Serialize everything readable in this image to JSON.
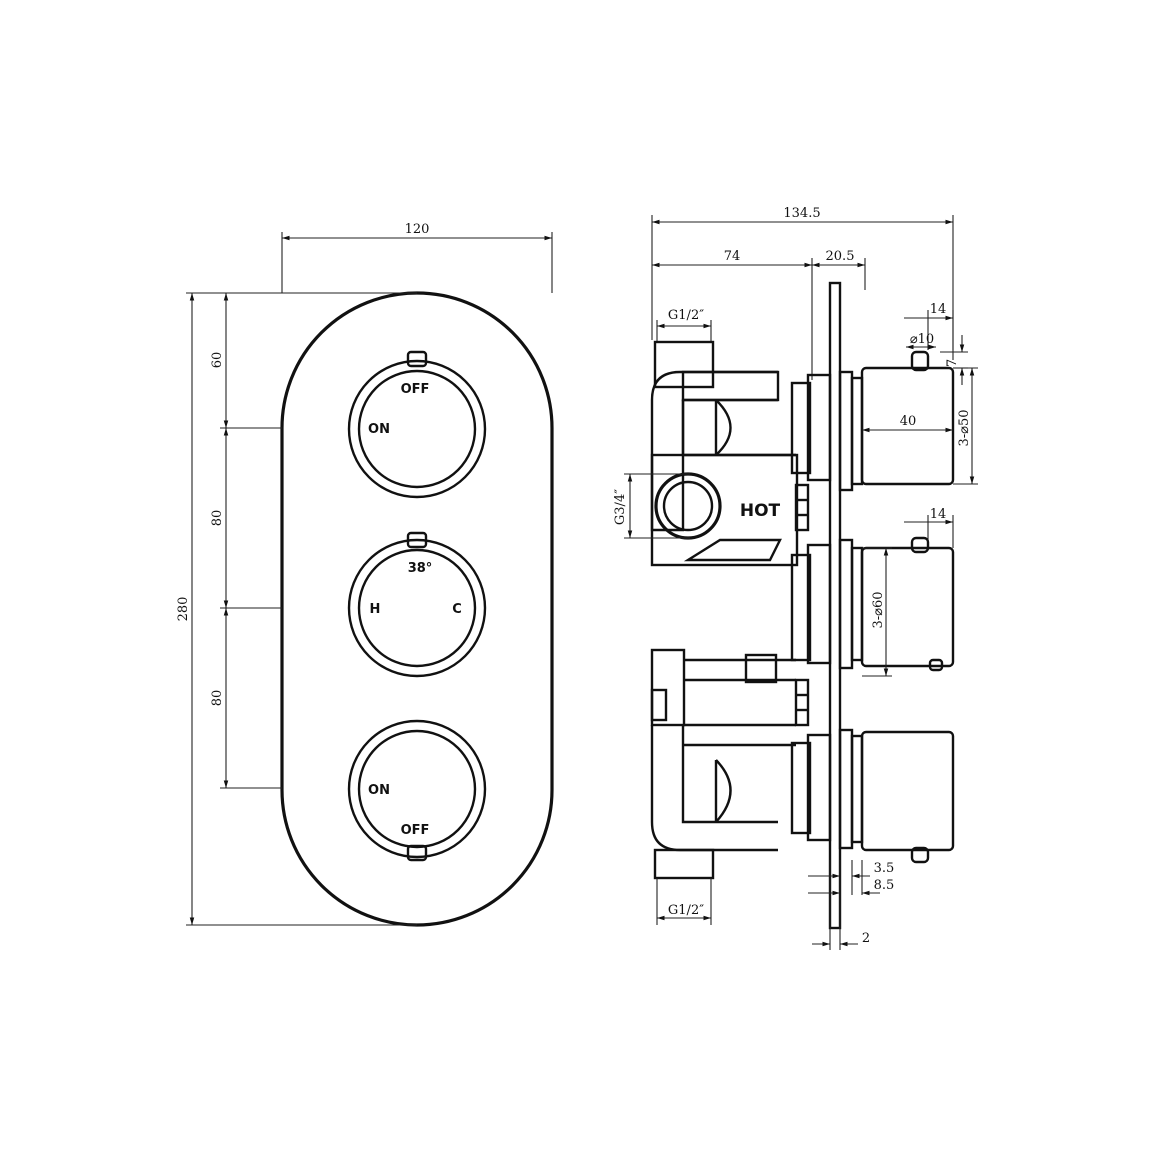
{
  "front_view": {
    "width_dim": "120",
    "height_dim": "280",
    "top_dim": "60",
    "mid_dim_1": "80",
    "mid_dim_2": "80",
    "top_handle": {
      "off": "OFF",
      "on": "ON"
    },
    "thermostat": {
      "temp": "38°",
      "hot": "H",
      "cold": "C"
    },
    "bottom_handle": {
      "on": "ON",
      "off": "OFF"
    }
  },
  "side_view": {
    "total_depth": "134.5",
    "body_depth": "74",
    "plate_gap": "20.5",
    "inlet_top": "G1/2″",
    "inlet_bottom": "G1/2″",
    "inlet_side": "G3/4″",
    "hot_label": "HOT",
    "knob_width": "14",
    "knob_width_2": "14",
    "pin_dia": "⌀10",
    "pin_height": "7",
    "handle_length": "40",
    "handle_dia_small": "3-⌀50",
    "handle_dia_large": "3-⌀60",
    "dim_3_5": "3.5",
    "dim_8_5": "8.5",
    "plate_thickness": "2"
  }
}
